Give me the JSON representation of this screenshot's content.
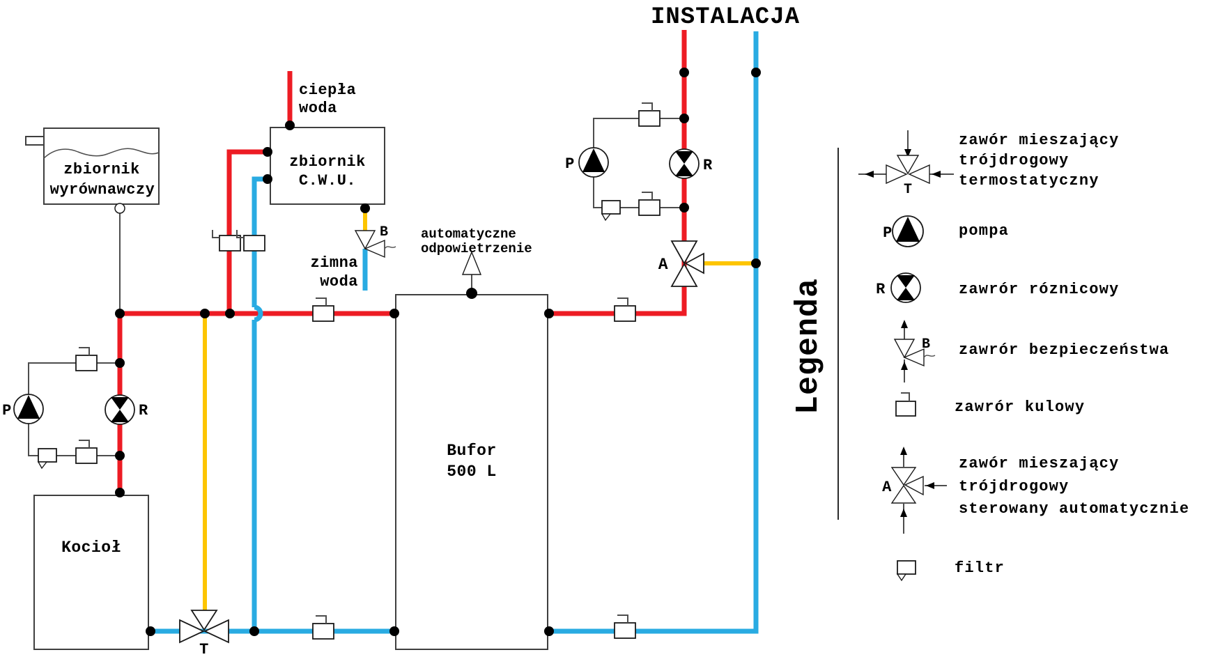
{
  "colors": {
    "hot": "#ed1c24",
    "cold": "#29abe2",
    "mix": "#fdc500"
  },
  "title": "INSTALACJA",
  "labels": {
    "expansion_tank_line1": "zbiornik",
    "expansion_tank_line2": "wyrównawczy",
    "cwu_tank_line1": "zbiornik",
    "cwu_tank_line2": "C.W.U.",
    "buffer_tank_line1": "Bufor",
    "buffer_tank_line2": "500 L",
    "boiler": "Kocioł",
    "hot_water_line1": "ciepła",
    "hot_water_line2": "woda",
    "cold_water_line1": "zimna",
    "cold_water_line2": "woda",
    "auto_vent_line1": "automatyczne",
    "auto_vent_line2": "odpowietrzenie",
    "pump_letter": "P",
    "diff_valve_letter": "R",
    "thermo_valve_letter": "T",
    "auto_valve_letter": "A",
    "safety_valve_letter": "B"
  },
  "legend": {
    "title": "Legenda",
    "entries": [
      {
        "letter": "T",
        "symbol": "three-way-thermostatic-mixing-valve",
        "lines": [
          "zawór mieszający",
          "trójdrogowy",
          "termostatyczny"
        ]
      },
      {
        "letter": "P",
        "symbol": "pump",
        "lines": [
          "pompa"
        ]
      },
      {
        "letter": "R",
        "symbol": "differential-valve",
        "lines": [
          "zawrór róznicowy"
        ]
      },
      {
        "letter": "B",
        "symbol": "safety-valve",
        "lines": [
          "zawrór bezpieczeństwa"
        ]
      },
      {
        "letter": "",
        "symbol": "ball-valve",
        "lines": [
          "zawrór kulowy"
        ]
      },
      {
        "letter": "A",
        "symbol": "three-way-auto-mixing-valve",
        "lines": [
          "zawór mieszający",
          "trójdrogowy",
          "sterowany automatycznie"
        ]
      },
      {
        "letter": "",
        "symbol": "filter",
        "lines": [
          "filtr"
        ]
      }
    ]
  }
}
